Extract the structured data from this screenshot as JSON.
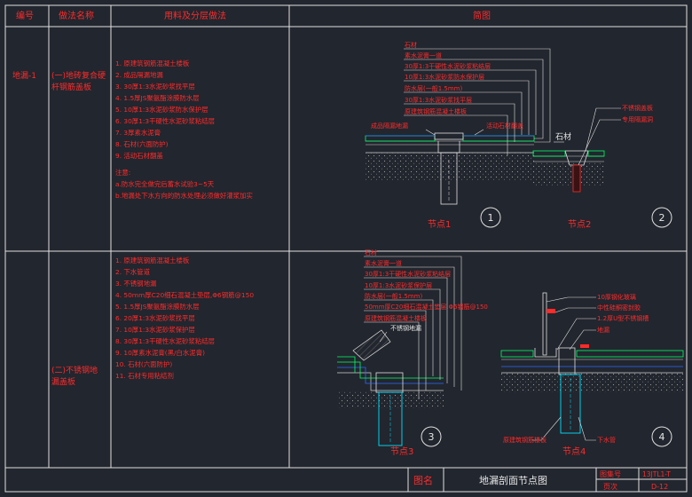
{
  "header": {
    "col_no": "编号",
    "col_name": "做法名称",
    "col_materials": "用料及分层做法",
    "col_drawing": "简图"
  },
  "row1": {
    "code": "地漏-1",
    "name_line1": "(一)地砖复合硬",
    "name_line2": "杆钢筋盖板",
    "layers": [
      "1. 原建筑钢筋混凝土楼板",
      "2. 成品隔漏地漏",
      "3. 30厚1:3水泥砂浆找平层",
      "4. 1.5厚JS聚氨酯涂膜防水层",
      "5. 10厚1:3水泥砂浆防水保护层",
      "6. 30厚1:3干硬性水泥砂浆粘结层",
      "7. 3厚素水泥膏",
      "8. 石材(六面防护)",
      "9. 活动石材翻盖"
    ],
    "note_title": "注意:",
    "notes": [
      "a.防水完全做完后蓄水试验3~5天",
      "b.地漏处下水方向的防水处理必须做好灌浆加实"
    ]
  },
  "row2": {
    "name_line1": "(二)不锈钢地",
    "name_line2": "漏盖板",
    "layers": [
      "1. 原建筑钢筋混凝土楼板",
      "2. 下水管道",
      "3. 不锈钢地漏",
      "4. 50mm厚C20细石混凝土垫层,Φ6钢筋@150",
      "5. 1.5厚JS聚氨酯涂膜防水层",
      "6. 20厚1:3水泥砂浆找平层",
      "7. 10厚1:3水泥砂浆保护层",
      "8. 30厚1:3干硬性水泥砂浆粘结层",
      "9. 10厚素水泥膏(黑/白水泥膏)",
      "10. 石材(六面防护)",
      "11. 石材专用粘结剂"
    ]
  },
  "node1": {
    "labels": [
      "石材",
      "素水泥膏一道",
      "30厚1:3干硬性水泥砂浆粘结层",
      "10厚1:3水泥砂浆防水保护层",
      "防水层(一般1.5mm)",
      "30厚1:3水泥砂浆找平层",
      "原建筑钢筋混凝土楼板"
    ],
    "tag_left": "成品隔漏地漏",
    "tag_right": "活动石材翻盖",
    "caption": "节点1",
    "number": "1"
  },
  "node2": {
    "labels": [
      "不锈钢盖板",
      "专用隔漏洞"
    ],
    "tag": "石材",
    "caption": "节点2",
    "number": "2"
  },
  "node3": {
    "labels": [
      "石材",
      "素水泥膏一道",
      "30厚1:3干硬性水泥砂浆粘结层",
      "10厚1:3水泥砂浆保护层",
      "防水层(一般1.5mm)",
      "50mm厚C20细石混凝土垫层,Φ6钢筋@150",
      "原建筑钢筋混凝土楼板"
    ],
    "tag": "不锈钢地漏",
    "caption": "节点3",
    "number": "3"
  },
  "node4": {
    "labels": [
      "10厚钢化玻璃",
      "中性硅酮密封胶",
      "1.2厚U型不锈钢槽",
      "地漏"
    ],
    "bottom_left": "原建筑钢筋楼板",
    "bottom_right": "下水管",
    "caption": "节点4",
    "number": "4"
  },
  "title_block": {
    "name_label": "图名",
    "name_value": "地漏剖面节点图",
    "atlas_label": "图集号",
    "atlas_value": "13JTL1-T",
    "page_label": "页次",
    "page_value": "D-12"
  },
  "colors": {
    "background": "#22262e",
    "frame": "#e0e0e0",
    "text_red": "#ff2b2b",
    "hatch": "#a0a0a0",
    "pipe": "#00e0ff",
    "stone": "#00ff66"
  }
}
